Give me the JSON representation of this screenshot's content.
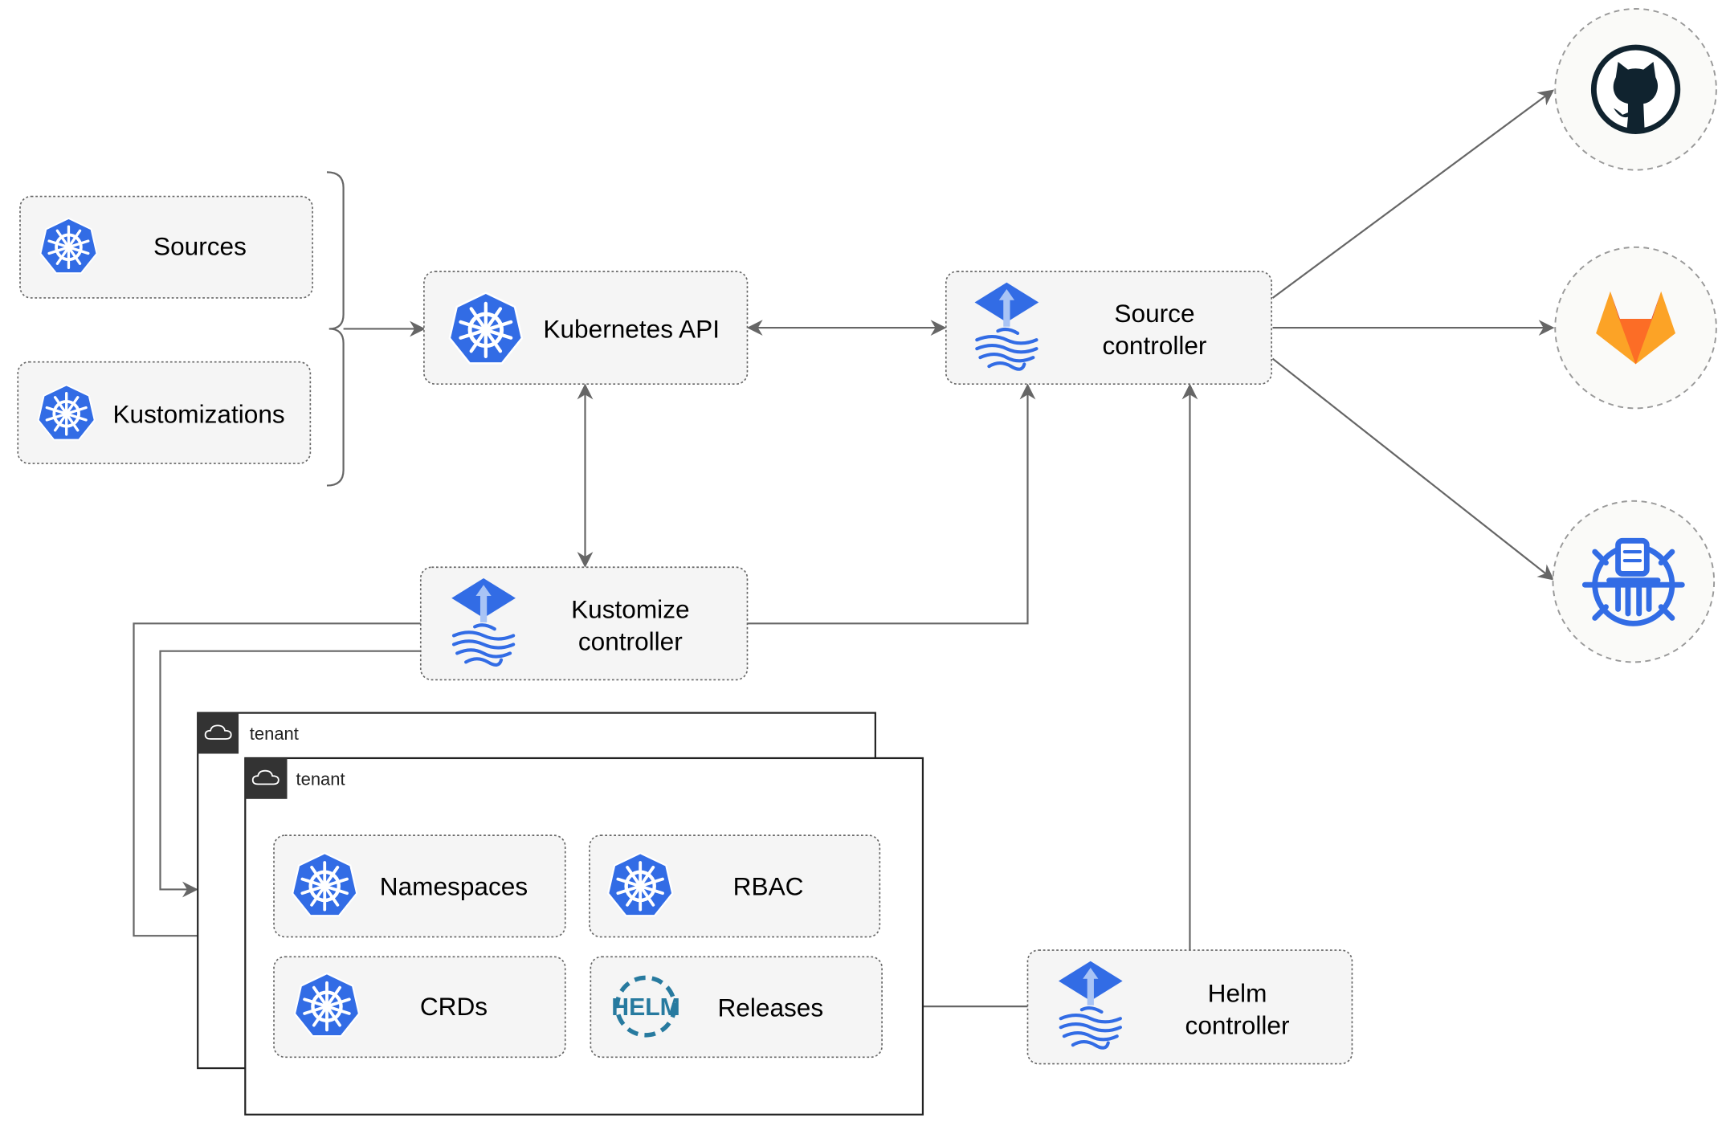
{
  "nodes": {
    "sources": {
      "label": "Sources",
      "icon": "kubernetes-icon"
    },
    "kustomizations": {
      "label": "Kustomizations",
      "icon": "kubernetes-icon"
    },
    "kubernetes_api": {
      "label": "Kubernetes API",
      "icon": "kubernetes-icon"
    },
    "source_controller": {
      "line1": "Source",
      "line2": "controller",
      "icon": "flux-icon"
    },
    "kustomize_controller": {
      "line1": "Kustomize",
      "line2": "controller",
      "icon": "flux-icon"
    },
    "helm_controller": {
      "line1": "Helm",
      "line2": "controller",
      "icon": "flux-icon"
    },
    "namespaces": {
      "label": "Namespaces",
      "icon": "kubernetes-icon"
    },
    "rbac": {
      "label": "RBAC",
      "icon": "kubernetes-icon"
    },
    "crds": {
      "label": "CRDs",
      "icon": "kubernetes-icon"
    },
    "releases": {
      "label": "Releases",
      "icon": "helm-icon",
      "icon_text": "HELM"
    }
  },
  "tenants": [
    {
      "label": "tenant",
      "icon": "cloud-icon"
    },
    {
      "label": "tenant",
      "icon": "cloud-icon"
    }
  ],
  "external": [
    {
      "name": "github",
      "icon": "github-icon"
    },
    {
      "name": "gitlab",
      "icon": "gitlab-icon"
    },
    {
      "name": "bucket",
      "icon": "bucket-icon"
    }
  ],
  "colors": {
    "kubernetes": "#326ce5",
    "github": "#10232f",
    "gitlab": "#e24329",
    "helm": "#277a9f",
    "edge": "#666666"
  }
}
